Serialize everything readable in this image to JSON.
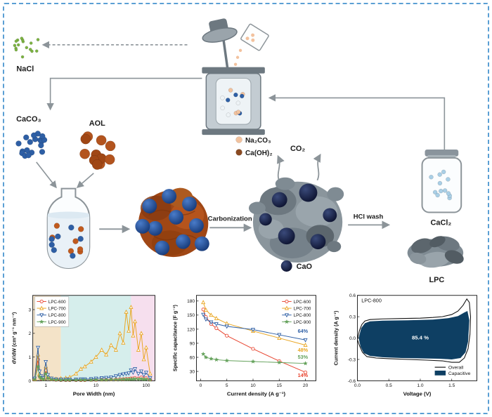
{
  "frame": {
    "border_color": "#5b9fd4",
    "background": "#ffffff"
  },
  "scheme": {
    "nacl_label": "NaCl",
    "caco3_label": "CaCO₃",
    "aol_label": "AOL",
    "co2_label": "CO₂",
    "cao_label": "CaO",
    "carbonization_label": "Carbonization",
    "hcl_wash_label": "HCl wash",
    "cacl2_label": "CaCl₂",
    "lpc_label": "LPC",
    "reactor_legend": [
      {
        "label": "Na₂CO₃",
        "color": "#f2c29e"
      },
      {
        "label": "Ca(OH)₂",
        "color": "#8a4a22"
      }
    ],
    "colors": {
      "nacl_dots": "#7cb342",
      "caco3_dots": "#2e5fa5",
      "aol_particles": "#b3541e",
      "carbon_gray": "#7f8b93",
      "cao_sphere": "#131b3c",
      "cacl2_dots": "#a9cfe6",
      "arrow_gray": "#8c9499"
    }
  },
  "chart_data": [
    {
      "id": "pore",
      "type": "line",
      "xlabel": "Pore Width (nm)",
      "ylabel": "dV/dW (cm³ g⁻¹ nm⁻¹)",
      "xscale": "log",
      "xlim": [
        0.55,
        150
      ],
      "ylim": [
        0,
        3.6
      ],
      "xticks": [
        1,
        10,
        100
      ],
      "xtick_labels": [
        "1",
        "10",
        "100"
      ],
      "yticks": [
        0,
        1,
        2,
        3
      ],
      "ytick_labels": [
        "0",
        "1",
        "2",
        "3"
      ],
      "grid": false,
      "legend": {
        "position": "top-left",
        "box": true
      },
      "regions": [
        {
          "from": 0.55,
          "to": 2,
          "color": "#f4e3c8"
        },
        {
          "from": 2,
          "to": 50,
          "color": "#d6eeec"
        },
        {
          "from": 50,
          "to": 150,
          "color": "#f6dfee"
        }
      ],
      "series": [
        {
          "name": "LPC-600",
          "color": "#e8432e",
          "marker": "circle",
          "x": [
            0.6,
            0.7,
            0.75,
            0.8,
            0.9,
            1,
            1.1,
            1.3,
            1.6,
            2,
            2.5,
            3,
            4,
            5,
            6,
            8,
            10,
            13,
            16,
            20,
            25,
            30,
            35,
            40,
            45,
            50,
            55,
            60,
            70,
            80,
            90,
            100,
            120
          ],
          "y": [
            0.05,
            0.9,
            0.2,
            0.1,
            0.08,
            0.45,
            0.12,
            0.06,
            0.04,
            0.03,
            0.03,
            0.03,
            0.03,
            0.03,
            0.03,
            0.04,
            0.04,
            0.05,
            0.05,
            0.06,
            0.06,
            0.07,
            0.07,
            0.08,
            0.08,
            0.1,
            0.1,
            0.12,
            0.1,
            0.14,
            0.1,
            0.12,
            0.05
          ]
        },
        {
          "name": "LPC-700",
          "color": "#e9a51f",
          "marker": "triangle-up",
          "x": [
            0.6,
            0.7,
            0.75,
            0.8,
            0.9,
            1,
            1.1,
            1.3,
            1.6,
            2,
            2.5,
            3,
            4,
            5,
            6,
            8,
            10,
            13,
            16,
            20,
            25,
            30,
            35,
            40,
            45,
            50,
            55,
            60,
            70,
            80,
            90,
            100,
            120
          ],
          "y": [
            0.08,
            1.1,
            0.3,
            0.15,
            0.1,
            0.6,
            0.2,
            0.1,
            0.08,
            0.1,
            0.12,
            0.15,
            0.3,
            0.5,
            0.6,
            0.8,
            1.0,
            1.3,
            1.1,
            1.5,
            1.3,
            2.0,
            1.6,
            2.9,
            2.1,
            3.1,
            1.9,
            2.5,
            1.3,
            2.0,
            0.9,
            1.4,
            0.3
          ]
        },
        {
          "name": "LPC-800",
          "color": "#2e5fa5",
          "marker": "triangle-down",
          "x": [
            0.6,
            0.7,
            0.75,
            0.8,
            0.9,
            1,
            1.1,
            1.3,
            1.6,
            2,
            2.5,
            3,
            4,
            5,
            6,
            8,
            10,
            13,
            16,
            20,
            25,
            30,
            35,
            40,
            45,
            50,
            55,
            60,
            70,
            80,
            90,
            100,
            120
          ],
          "y": [
            0.1,
            1.4,
            0.4,
            0.2,
            0.12,
            0.8,
            0.25,
            0.1,
            0.07,
            0.06,
            0.06,
            0.06,
            0.06,
            0.07,
            0.07,
            0.08,
            0.1,
            0.12,
            0.13,
            0.15,
            0.2,
            0.25,
            0.28,
            0.3,
            0.32,
            0.45,
            0.35,
            0.5,
            0.3,
            0.4,
            0.25,
            0.35,
            0.12
          ]
        },
        {
          "name": "LPC-900",
          "color": "#63a15a",
          "marker": "star",
          "x": [
            0.6,
            0.7,
            0.75,
            0.8,
            0.9,
            1,
            1.1,
            1.3,
            1.6,
            2,
            2.5,
            3,
            4,
            5,
            6,
            8,
            10,
            13,
            16,
            20,
            25,
            30,
            35,
            40,
            45,
            50,
            55,
            60,
            70,
            80,
            90,
            100,
            120
          ],
          "y": [
            0.05,
            0.6,
            0.18,
            0.1,
            0.06,
            0.3,
            0.1,
            0.05,
            0.04,
            0.03,
            0.03,
            0.03,
            0.03,
            0.03,
            0.03,
            0.03,
            0.04,
            0.04,
            0.04,
            0.05,
            0.05,
            0.05,
            0.06,
            0.06,
            0.06,
            0.07,
            0.07,
            0.08,
            0.07,
            0.08,
            0.06,
            0.07,
            0.04
          ]
        }
      ]
    },
    {
      "id": "rate",
      "type": "line",
      "xlabel": "Current density (A g⁻¹)",
      "ylabel": "Specific capacitance (F g⁻¹)",
      "xscale": "linear",
      "xlim": [
        -0.8,
        22
      ],
      "ylim": [
        10,
        192
      ],
      "xticks": [
        0,
        5,
        10,
        15,
        20
      ],
      "xtick_labels": [
        "0",
        "5",
        "10",
        "15",
        "20"
      ],
      "yticks": [
        30,
        60,
        90,
        120,
        150,
        180
      ],
      "ytick_labels": [
        "30",
        "60",
        "90",
        "120",
        "150",
        "180"
      ],
      "grid": false,
      "legend": {
        "position": "top-right",
        "box": false
      },
      "series": [
        {
          "name": "LPC-600",
          "color": "#e8432e",
          "marker": "circle",
          "x": [
            0.5,
            1,
            2,
            3,
            5,
            10,
            15,
            20
          ],
          "y": [
            162,
            146,
            131,
            122,
            106,
            78,
            52,
            28
          ]
        },
        {
          "name": "LPC-700",
          "color": "#e9a51f",
          "marker": "triangle-up",
          "x": [
            0.5,
            1,
            2,
            3,
            5,
            10,
            15,
            20
          ],
          "y": [
            177,
            161,
            150,
            143,
            132,
            116,
            101,
            86
          ]
        },
        {
          "name": "LPC-800",
          "color": "#2e5fa5",
          "marker": "triangle-down",
          "x": [
            0.5,
            1,
            2,
            3,
            5,
            10,
            15,
            20
          ],
          "y": [
            151,
            141,
            135,
            131,
            126,
            119,
            108,
            97
          ]
        },
        {
          "name": "LPC-900",
          "color": "#63a15a",
          "marker": "star",
          "x": [
            0.5,
            1,
            2,
            3,
            5,
            10,
            15,
            20
          ],
          "y": [
            67,
            60,
            57,
            55,
            53,
            51,
            49,
            47
          ]
        }
      ],
      "annotations": [
        {
          "text": "64%",
          "color": "#2e5fa5",
          "x": 19.5,
          "y": 112
        },
        {
          "text": "48%",
          "color": "#e9a51f",
          "x": 19.5,
          "y": 72
        },
        {
          "text": "53%",
          "color": "#63a15a",
          "x": 19.5,
          "y": 57
        },
        {
          "text": "14%",
          "color": "#e8432e",
          "x": 19.5,
          "y": 18
        }
      ]
    },
    {
      "id": "cv",
      "type": "area",
      "xlabel": "Voltage (V)",
      "ylabel": "Current density (A g⁻¹)",
      "xscale": "linear",
      "xlim": [
        0,
        1.9
      ],
      "ylim": [
        -0.6,
        0.6
      ],
      "xticks": [
        0,
        0.5,
        1.0,
        1.5
      ],
      "xtick_labels": [
        "0.0",
        "0.5",
        "1.0",
        "1.5"
      ],
      "yticks": [
        -0.6,
        -0.3,
        0,
        0.3,
        0.6
      ],
      "ytick_labels": [
        "-0.6",
        "-0.3",
        "0.0",
        "0.3",
        "0.6"
      ],
      "label": "LPC-800",
      "annotation": "85.4 %",
      "fill_color": "#0e3f63",
      "legend": [
        {
          "label": "Overall",
          "type": "line",
          "color": "#111111"
        },
        {
          "label": "Capacitive",
          "type": "fill",
          "color": "#0e3f63"
        }
      ],
      "overall": {
        "x": [
          0.0,
          0.03,
          0.07,
          0.12,
          0.2,
          0.4,
          0.7,
          1.0,
          1.2,
          1.35,
          1.5,
          1.6,
          1.68,
          1.74,
          1.78,
          1.8,
          1.79,
          1.76,
          1.7,
          1.62,
          1.5,
          1.35,
          1.1,
          0.8,
          0.5,
          0.3,
          0.15,
          0.08,
          0.03,
          0.0
        ],
        "y": [
          -0.02,
          0.1,
          0.19,
          0.24,
          0.26,
          0.27,
          0.275,
          0.28,
          0.29,
          0.3,
          0.33,
          0.38,
          0.46,
          0.55,
          0.5,
          0.3,
          0.05,
          -0.15,
          -0.28,
          -0.34,
          -0.34,
          -0.32,
          -0.31,
          -0.3,
          -0.29,
          -0.28,
          -0.26,
          -0.2,
          -0.1,
          -0.02
        ]
      },
      "capacitive": {
        "x": [
          0.02,
          0.06,
          0.12,
          0.2,
          0.4,
          0.8,
          1.2,
          1.45,
          1.6,
          1.7,
          1.75,
          1.78,
          1.76,
          1.72,
          1.64,
          1.5,
          1.3,
          1.0,
          0.7,
          0.4,
          0.2,
          0.1,
          0.05,
          0.02
        ],
        "y": [
          0.0,
          0.14,
          0.21,
          0.235,
          0.245,
          0.25,
          0.26,
          0.28,
          0.31,
          0.36,
          0.38,
          0.25,
          -0.05,
          -0.2,
          -0.28,
          -0.3,
          -0.29,
          -0.285,
          -0.28,
          -0.27,
          -0.25,
          -0.21,
          -0.12,
          0.0
        ]
      }
    }
  ]
}
